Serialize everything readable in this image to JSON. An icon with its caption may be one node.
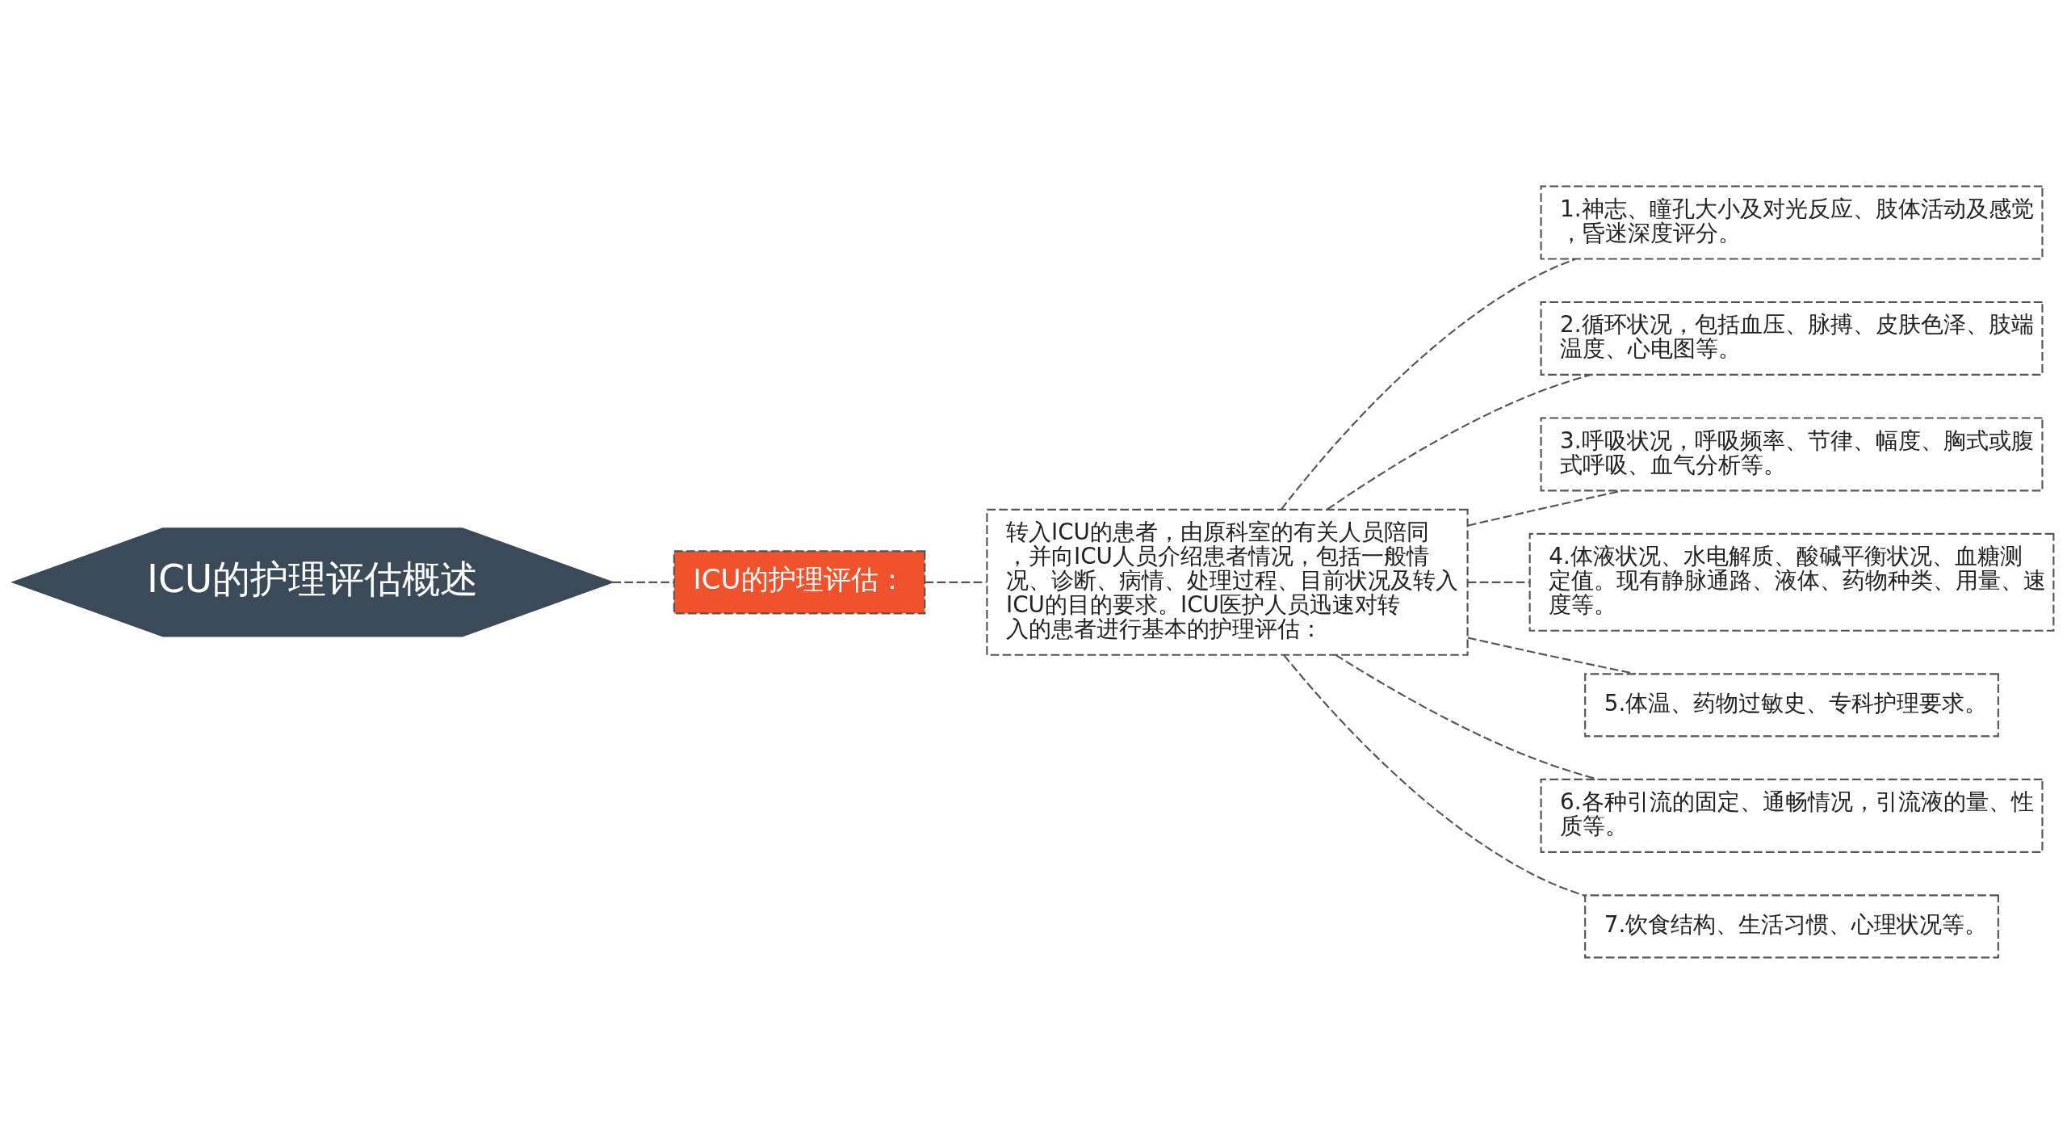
{
  "diagram": {
    "nodes": [
      {
        "text": [
          "ICU的护理评估概述"
        ]
      },
      {
        "text": [
          "ICU的护理评估："
        ]
      },
      {
        "text": [
          "转入ICU的患者，由原科室的有关人员陪同，并向ICU人员介绍患者情况，包括一般情况、诊断、病情、处理过程、目前状况及转入ICU的目的要求。ICU医护人员迅速对转入的患者进行基本的护理评估："
        ]
      },
      {
        "text": [
          "1.神志、瞳孔大小及对光反应、肢体活动及感觉，昏迷深度评分。"
        ]
      },
      {
        "text": [
          "2.循环状况，包括血压、脉搏、皮肤色泽、肢端温度、心电图等。"
        ]
      },
      {
        "text": [
          "3.呼吸状况，呼吸频率、节律、幅度、胸式或腹式呼吸、血气分析等。"
        ]
      },
      {
        "text": [
          "4.体液状况、水电解质、酸碱平衡状况、血糖测定值。现有静脉通路、液体、药物种类、用量、速度等。"
        ]
      },
      {
        "text": [
          "5.体温、药物过敏史、专科护理要求。"
        ]
      },
      {
        "text": [
          "6.各种引流的固定、通畅情况，引流液的量、性质等。"
        ]
      },
      {
        "text": [
          "7.饮食结构、生活习惯、心理状况等。"
        ]
      }
    ],
    "edges": [
      {
        "from": 0,
        "to": 1,
        "arrow": "none",
        "style": "dashed"
      },
      {
        "from": 1,
        "to": 2,
        "arrow": "none",
        "style": "dashed"
      },
      {
        "from": 2,
        "to": 3,
        "arrow": "none",
        "style": "dashed"
      },
      {
        "from": 2,
        "to": 4,
        "arrow": "none",
        "style": "dashed"
      },
      {
        "from": 2,
        "to": 5,
        "arrow": "none",
        "style": "dashed"
      },
      {
        "from": 2,
        "to": 6,
        "arrow": "none",
        "style": "dashed"
      },
      {
        "from": 2,
        "to": 7,
        "arrow": "none",
        "style": "dashed"
      },
      {
        "from": 2,
        "to": 8,
        "arrow": "none",
        "style": "dashed"
      },
      {
        "from": 2,
        "to": 9,
        "arrow": "none",
        "style": "dashed"
      }
    ]
  }
}
